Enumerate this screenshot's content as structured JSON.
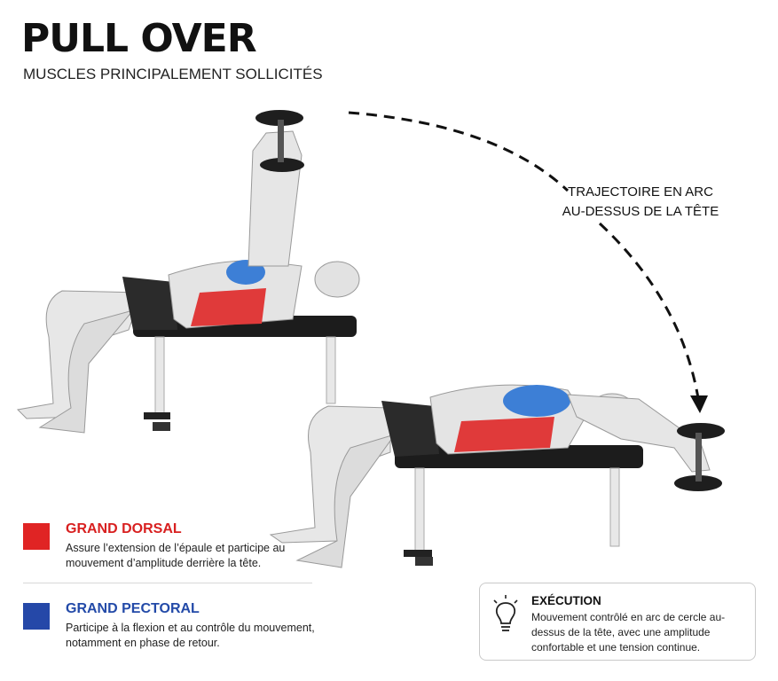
{
  "header": {
    "title": "PULL OVER",
    "subtitle": "MUSCLES PRINCIPALEMENT SOLLICITÉS"
  },
  "illustration": {
    "annotation_line1": "TRAJECTOIRE EN ARC",
    "annotation_line2": "AU-DESSUS DE LA TÊTE"
  },
  "legend": [
    {
      "name": "GRAND DORSAL",
      "color": "#e02424",
      "description": "Assure l’extension de l’épaule et participe au mouvement d’amplitude derrière la tête."
    },
    {
      "name": "GRAND PECTORAL",
      "color": "#2548a8",
      "description": "Participe à la flexion et au contrôle du mouvement, notamment en phase de retour."
    }
  ],
  "execution": {
    "icon": "lightbulb-icon",
    "title": "EXÉCUTION",
    "description": "Mouvement contrôlé en arc de cercle au-dessus de la tête, avec une amplitude confortable et une tension continue."
  }
}
